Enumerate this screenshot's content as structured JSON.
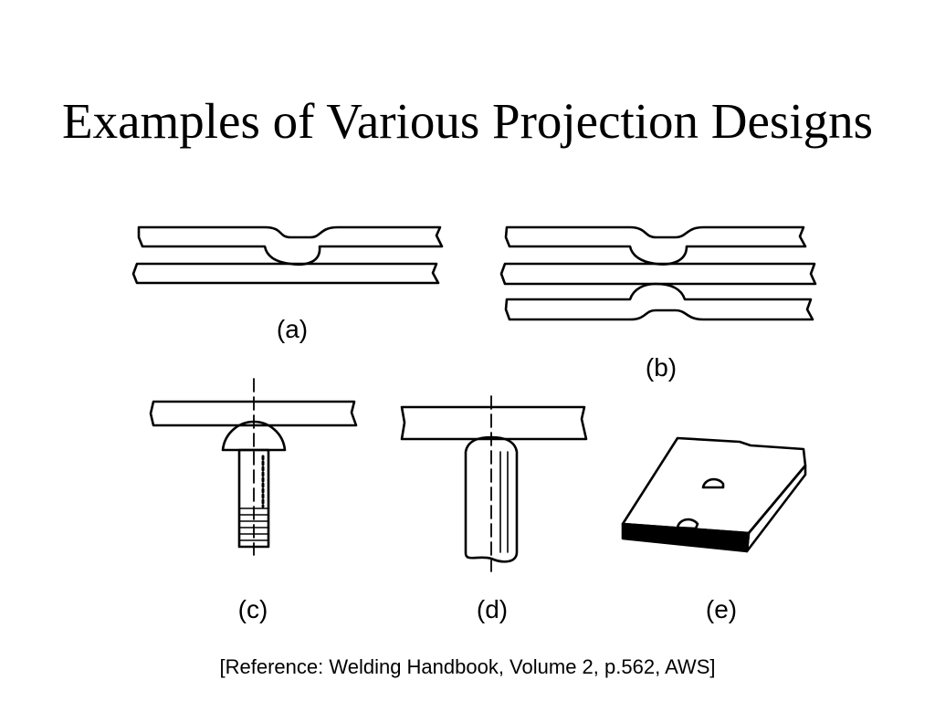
{
  "slide": {
    "title": "Examples of Various Projection Designs",
    "reference": "[Reference:  Welding Handbook, Volume 2, p.562, AWS]"
  },
  "figures": [
    {
      "id": "a",
      "label": "(a)"
    },
    {
      "id": "b",
      "label": "(b)"
    },
    {
      "id": "c",
      "label": "(c)"
    },
    {
      "id": "d",
      "label": "(d)"
    },
    {
      "id": "e",
      "label": "(e)"
    }
  ]
}
